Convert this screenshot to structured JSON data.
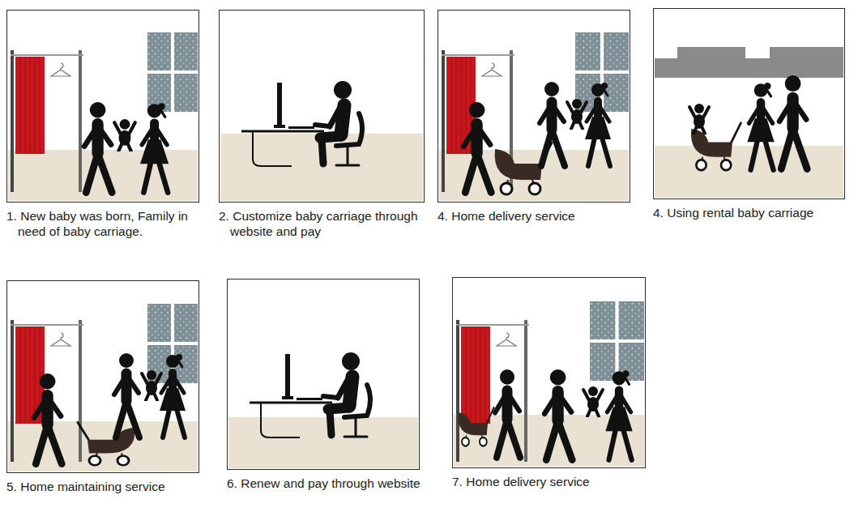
{
  "diagram": {
    "nodes": [
      {
        "text": [
          "1. New baby was born, Family in need of baby carriage."
        ]
      },
      {
        "text": [
          "2. Customize baby carriage through website and pay"
        ]
      },
      {
        "text": [
          "4. Home delivery service"
        ]
      },
      {
        "text": [
          "4. Using rental baby carriage"
        ]
      },
      {
        "text": [
          "5. Home maintaining service"
        ]
      },
      {
        "text": [
          "6. Renew and pay through website"
        ]
      },
      {
        "text": [
          "7. Home delivery service"
        ]
      }
    ]
  }
}
